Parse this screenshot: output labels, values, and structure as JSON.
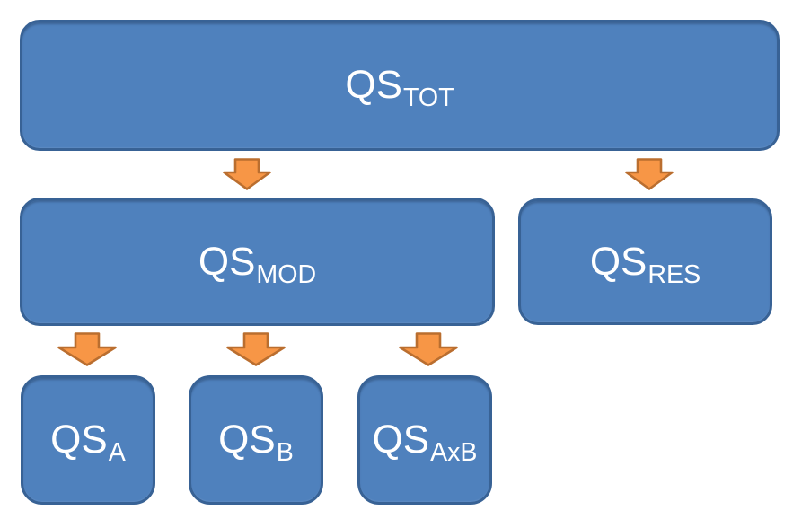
{
  "diagram": {
    "type": "hierarchy",
    "nodes": [
      {
        "id": "qs-tot",
        "main": "QS",
        "sub": "TOT"
      },
      {
        "id": "qs-mod",
        "main": "QS",
        "sub": "MOD"
      },
      {
        "id": "qs-res",
        "main": "QS",
        "sub": "RES"
      },
      {
        "id": "qs-a",
        "main": "QS",
        "sub": "A"
      },
      {
        "id": "qs-b",
        "main": "QS",
        "sub": "B"
      },
      {
        "id": "qs-axb",
        "main": "QS",
        "sub": "AxB"
      }
    ],
    "arrows": [
      {
        "from": "qs-tot",
        "to": "qs-mod",
        "direction": "down"
      },
      {
        "from": "qs-tot",
        "to": "qs-res",
        "direction": "down"
      },
      {
        "from": "qs-mod",
        "to": "qs-a",
        "direction": "down"
      },
      {
        "from": "qs-mod",
        "to": "qs-b",
        "direction": "down"
      },
      {
        "from": "qs-mod",
        "to": "qs-axb",
        "direction": "down"
      }
    ],
    "colors": {
      "background": "#FFFFFF",
      "box_fill": "#4F81BD",
      "box_border": "#386295",
      "arrow_fill": "#F79646",
      "arrow_border": "#BA6E2F",
      "text": "#FFFFFF"
    }
  }
}
